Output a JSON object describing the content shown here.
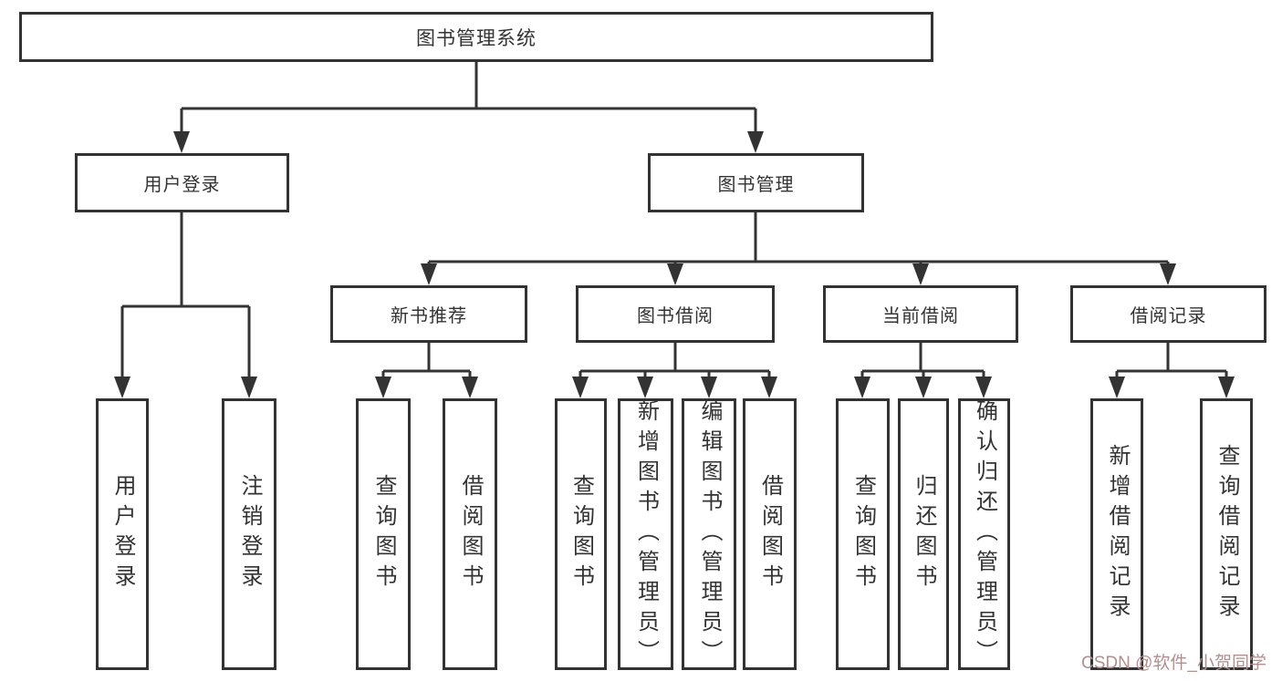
{
  "diagram": {
    "root": {
      "label": "图书管理系统"
    },
    "level2": [
      {
        "label": "用户登录"
      },
      {
        "label": "图书管理"
      }
    ],
    "level3": [
      {
        "label": "新书推荐"
      },
      {
        "label": "图书借阅"
      },
      {
        "label": "当前借阅"
      },
      {
        "label": "借阅记录"
      }
    ],
    "level4": {
      "login": [
        {
          "label": "用户登录"
        },
        {
          "label": "注销登录"
        }
      ],
      "recommend": [
        {
          "label": "查询图书"
        },
        {
          "label": "借阅图书"
        }
      ],
      "borrow": [
        {
          "label": "查询图书"
        },
        {
          "label": "新增图书（管理员）"
        },
        {
          "label": "编辑图书（管理员）"
        },
        {
          "label": "借阅图书"
        }
      ],
      "current": [
        {
          "label": "查询图书"
        },
        {
          "label": "归还图书"
        },
        {
          "label": "确认归还（管理员）"
        }
      ],
      "records": [
        {
          "label": "新增借阅记录"
        },
        {
          "label": "查询借阅记录"
        }
      ]
    }
  },
  "watermark": {
    "text": "CSDN @软件_小贺同学"
  },
  "colors": {
    "line": "#333333",
    "text": "#333333",
    "background": "#ffffff",
    "watermark": "#b28e8e"
  }
}
